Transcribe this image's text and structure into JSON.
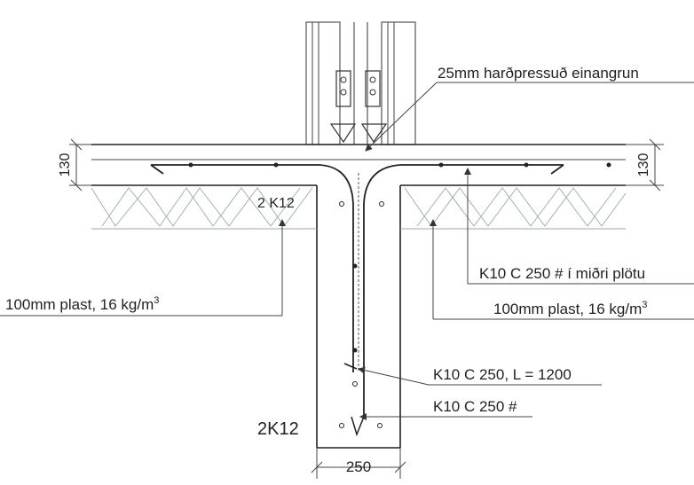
{
  "labels": {
    "insulation_top": "25mm harðpressuð einangrun",
    "dim_left": "130",
    "dim_right": "130",
    "bar_top": "2 K12",
    "mesh_mid": "K10 C 250  # í miðri plötu",
    "plast_left": "100mm plast, 16 kg/m",
    "plast_right": "100mm plast, 16 kg/m",
    "unit_sup": "3",
    "stirrup": "K10 C 250, L = 1200",
    "mesh_bottom": "K10 C 250 #",
    "bar_bottom": "2K12",
    "width_dim": "250"
  },
  "colors": {
    "line": "#333333",
    "insulation": "#9aaaaa",
    "text": "#222222"
  }
}
